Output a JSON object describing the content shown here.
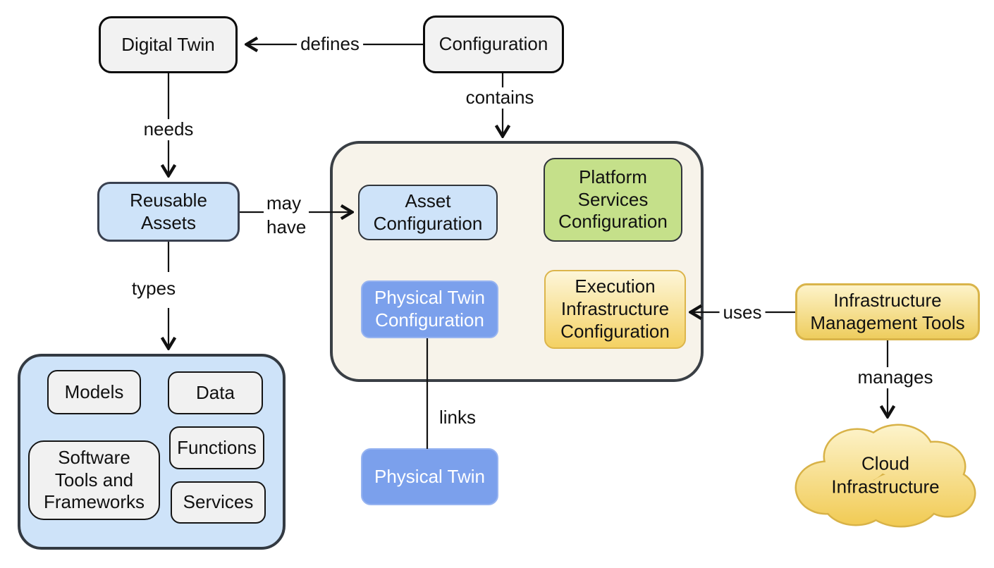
{
  "nodes": {
    "digital_twin": "Digital Twin",
    "configuration": "Configuration",
    "reusable_assets": "Reusable Assets",
    "asset_configuration": "Asset Configuration",
    "platform_services_configuration": "Platform Services Configuration",
    "physical_twin_configuration": "Physical Twin Configuration",
    "execution_infrastructure_configuration": "Execution Infrastructure Configuration",
    "models": "Models",
    "data": "Data",
    "software_tools_and_frameworks": "Software Tools and Frameworks",
    "functions": "Functions",
    "services": "Services",
    "physical_twin": "Physical Twin",
    "infrastructure_management_tools": "Infrastructure Management Tools",
    "cloud_infrastructure": "Cloud Infrastructure"
  },
  "edges": {
    "defines": "defines",
    "needs": "needs",
    "contains": "contains",
    "may_have_line1": "may",
    "may_have_line2": "have",
    "types": "types",
    "uses": "uses",
    "manages": "manages",
    "links": "links"
  },
  "colors": {
    "box_gray": "#f2f2f2",
    "box_light_blue": "#cee3f9",
    "box_green": "#c5e08a",
    "box_blue": "#7ba0ec",
    "yellow_gradient_top": "#fdf3c9",
    "yellow_gradient_bottom": "#eecd5e",
    "gold_border": "#d9b44a",
    "container_beige": "#f7f3ea",
    "outline_dark": "#3a3f45",
    "line_black": "#111111"
  }
}
